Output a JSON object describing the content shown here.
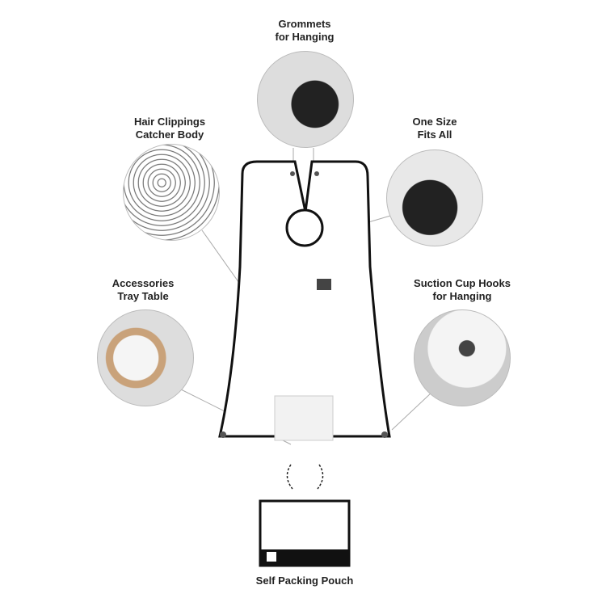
{
  "labels": {
    "grommets": [
      "Grommets",
      "for Hanging"
    ],
    "hair": [
      "Hair Clippings",
      "Catcher Body"
    ],
    "onesize": [
      "One Size",
      "Fits All"
    ],
    "tray": [
      "Accessories",
      "Tray Table"
    ],
    "suction": [
      "Suction Cup Hooks",
      "for Hanging"
    ],
    "pouch": "Self Packing Pouch"
  },
  "colors": {
    "text": "#222222",
    "trim": "#111111",
    "apron": "#ffffff",
    "line": "#aaaaaa"
  }
}
